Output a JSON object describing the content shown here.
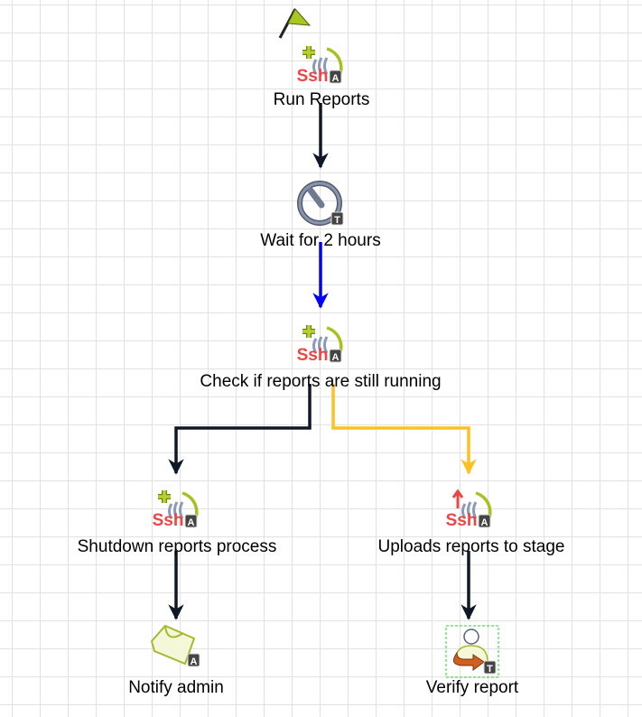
{
  "nodes": [
    {
      "id": "run",
      "label": "Run Reports",
      "icon": "ssh-add-icon",
      "badge": "A"
    },
    {
      "id": "wait",
      "label": "Wait for 2 hours",
      "icon": "timer-icon",
      "badge": "T"
    },
    {
      "id": "check",
      "label": "Check if reports are still running",
      "icon": "ssh-add-icon",
      "badge": "A"
    },
    {
      "id": "shutdown",
      "label": "Shutdown reports process",
      "icon": "ssh-add-icon",
      "badge": "A"
    },
    {
      "id": "upload",
      "label": "Uploads reports to stage",
      "icon": "ssh-upload-icon",
      "badge": "A"
    },
    {
      "id": "notify",
      "label": "Notify admin",
      "icon": "email-icon",
      "badge": "A"
    },
    {
      "id": "verify",
      "label": "Verify report",
      "icon": "user-task-icon",
      "badge": "T"
    }
  ],
  "ssh_text": "Ssh",
  "edges": [
    {
      "from": "run",
      "to": "wait",
      "color": "#101828"
    },
    {
      "from": "wait",
      "to": "check",
      "color": "#0000ff"
    },
    {
      "from": "check",
      "to": "shutdown",
      "color": "#101828"
    },
    {
      "from": "check",
      "to": "upload",
      "color": "#ffc020"
    },
    {
      "from": "shutdown",
      "to": "notify",
      "color": "#101828"
    },
    {
      "from": "upload",
      "to": "verify",
      "color": "#101828"
    }
  ],
  "start_icon": "flag-icon"
}
